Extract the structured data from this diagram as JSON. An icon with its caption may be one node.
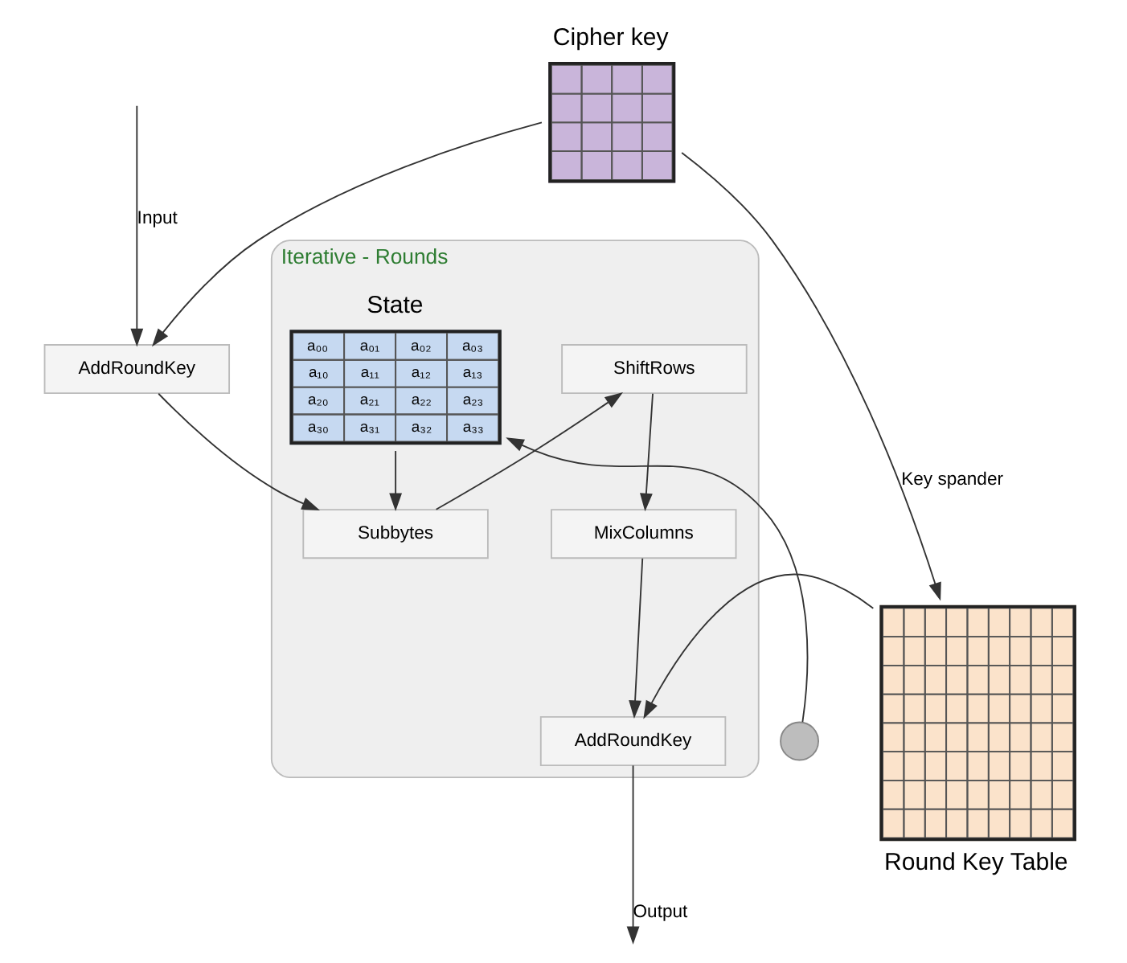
{
  "diagram": {
    "nodes": [
      {
        "text": [
          "AddRoundKey"
        ]
      },
      {
        "text": [
          "Cipher key"
        ]
      },
      {
        "text": [
          "Iterative - Rounds"
        ]
      },
      {
        "text": [
          "State",
          "a₀₀",
          "a₀₁",
          "a₀₂",
          "a₀₃",
          "a₁₀",
          "a₁₁",
          "a₁₂",
          "a₁₃",
          "a₂₀",
          "a₂₁",
          "a₂₂",
          "a₂₃",
          "a₃₀",
          "a₃₁",
          "a₃₂",
          "a₃₃"
        ],
        "in": 2
      },
      {
        "text": [
          "Subbytes"
        ],
        "in": 2
      },
      {
        "text": [
          "ShiftRows"
        ],
        "in": 2
      },
      {
        "text": [
          "MixColumns"
        ],
        "in": 2
      },
      {
        "text": [
          "AddRoundKey"
        ],
        "in": 2
      },
      {
        "text": [],
        "shape": "circle"
      },
      {
        "text": [
          "Round Key Table"
        ]
      }
    ],
    "edges": [
      {
        "from": null,
        "to": 0,
        "arrow": "to",
        "label": "Input"
      },
      {
        "from": 1,
        "to": 0,
        "arrow": "to"
      },
      {
        "from": 0,
        "to": 4,
        "arrow": "to"
      },
      {
        "from": 3,
        "to": 4,
        "arrow": "to"
      },
      {
        "from": 4,
        "to": 5,
        "arrow": "to"
      },
      {
        "from": 5,
        "to": 6,
        "arrow": "to"
      },
      {
        "from": 6,
        "to": 7,
        "arrow": "to"
      },
      {
        "from": 7,
        "to": null,
        "arrow": "to",
        "label": "Output"
      },
      {
        "from": 1,
        "to": 9,
        "arrow": "to",
        "label": "Key spander"
      },
      {
        "from": 9,
        "to": 7,
        "arrow": "to"
      },
      {
        "from": 8,
        "to": 3,
        "arrow": "to"
      }
    ]
  }
}
